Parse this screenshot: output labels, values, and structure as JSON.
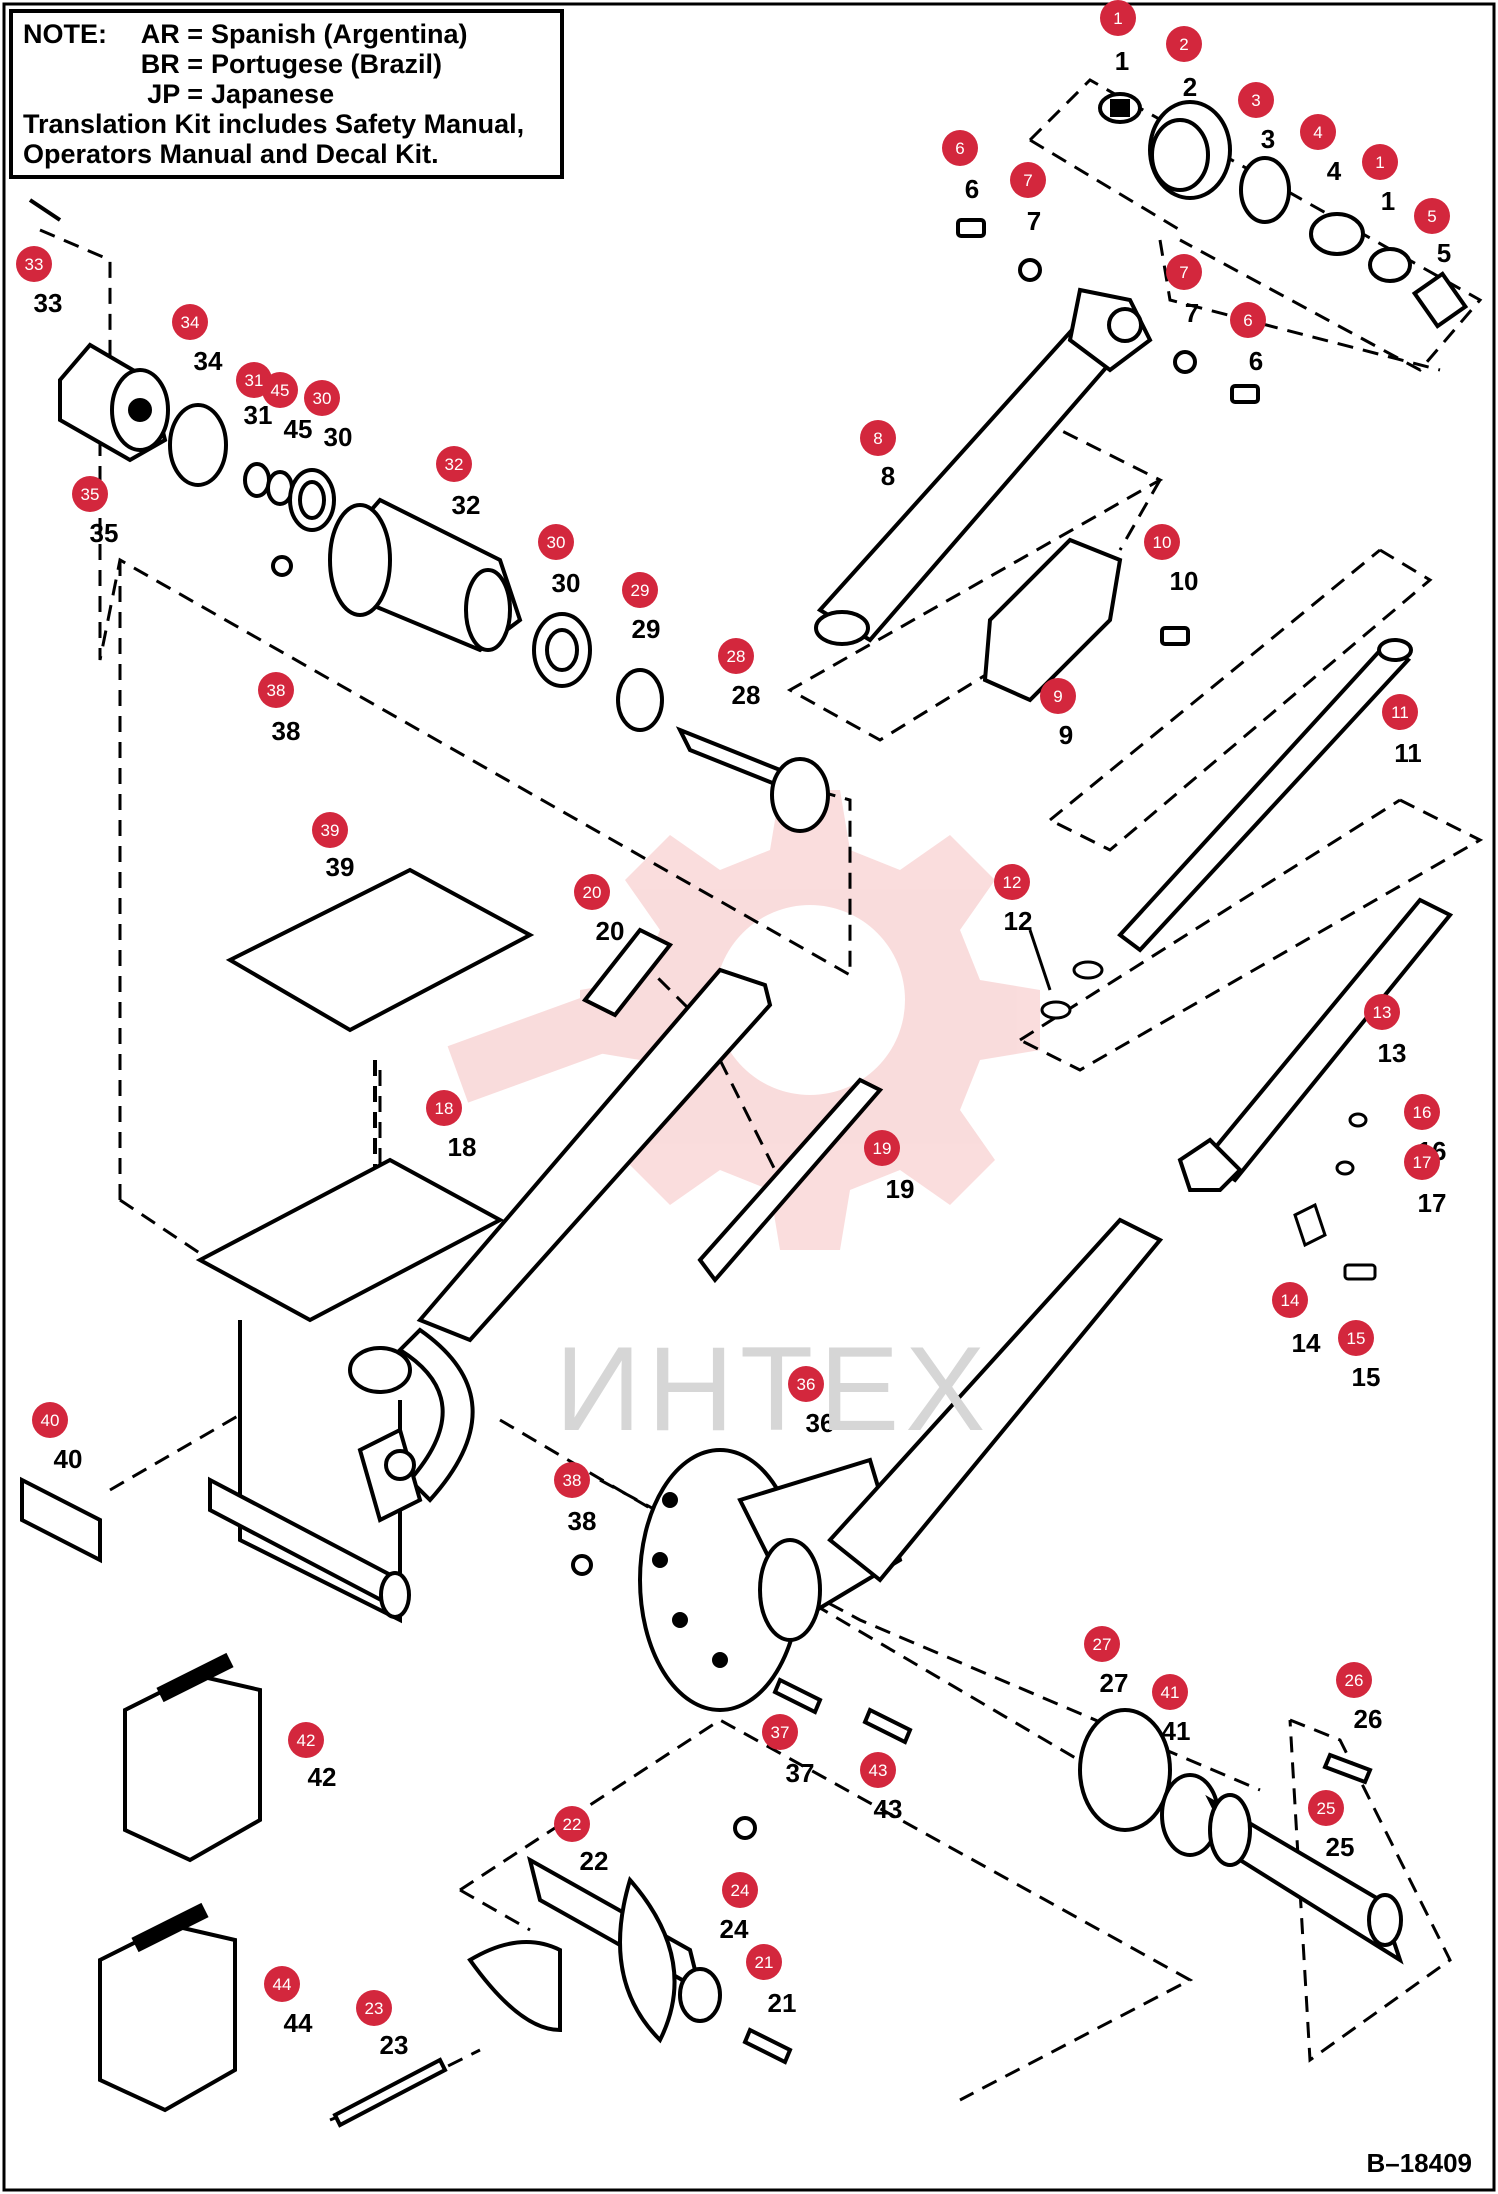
{
  "note": {
    "label": "NOTE:",
    "languages": [
      {
        "code": "AR =",
        "name": "Spanish (Argentina)"
      },
      {
        "code": "BR =",
        "name": "Portugese (Brazil)"
      },
      {
        "code": "JP =",
        "name": "Japanese"
      }
    ],
    "kit_line1": "Translation Kit includes Safety Manual,",
    "kit_line2": "Operators Manual and Decal Kit."
  },
  "reference_code": "B–18409",
  "watermark": "ИНТЕХ",
  "colors": {
    "callout": "#d3273d",
    "line": "#000000",
    "watermark": "#f4b7b7"
  },
  "callouts": [
    {
      "id": "1",
      "num": "1"
    },
    {
      "id": "2",
      "num": "2"
    },
    {
      "id": "3",
      "num": "3"
    },
    {
      "id": "4",
      "num": "4"
    },
    {
      "id": "1b",
      "num": "1"
    },
    {
      "id": "5",
      "num": "5"
    },
    {
      "id": "6",
      "num": "6"
    },
    {
      "id": "7",
      "num": "7"
    },
    {
      "id": "7b",
      "num": "7"
    },
    {
      "id": "6b",
      "num": "6"
    },
    {
      "id": "8",
      "num": "8"
    },
    {
      "id": "10",
      "num": "10"
    },
    {
      "id": "9",
      "num": "9"
    },
    {
      "id": "11",
      "num": "11"
    },
    {
      "id": "12",
      "num": "12"
    },
    {
      "id": "13",
      "num": "13"
    },
    {
      "id": "16",
      "num": "16"
    },
    {
      "id": "17",
      "num": "17"
    },
    {
      "id": "14",
      "num": "14"
    },
    {
      "id": "15",
      "num": "15"
    },
    {
      "id": "33",
      "num": "33"
    },
    {
      "id": "34",
      "num": "34"
    },
    {
      "id": "31",
      "num": "31"
    },
    {
      "id": "45",
      "num": "45"
    },
    {
      "id": "30",
      "num": "30"
    },
    {
      "id": "35",
      "num": "35"
    },
    {
      "id": "32",
      "num": "32"
    },
    {
      "id": "30b",
      "num": "30"
    },
    {
      "id": "29",
      "num": "29"
    },
    {
      "id": "28",
      "num": "28"
    },
    {
      "id": "38",
      "num": "38"
    },
    {
      "id": "39",
      "num": "39"
    },
    {
      "id": "20",
      "num": "20"
    },
    {
      "id": "18",
      "num": "18"
    },
    {
      "id": "19",
      "num": "19"
    },
    {
      "id": "40",
      "num": "40"
    },
    {
      "id": "36",
      "num": "36"
    },
    {
      "id": "38b",
      "num": "38"
    },
    {
      "id": "42",
      "num": "42"
    },
    {
      "id": "37",
      "num": "37"
    },
    {
      "id": "43",
      "num": "43"
    },
    {
      "id": "27",
      "num": "27"
    },
    {
      "id": "41",
      "num": "41"
    },
    {
      "id": "26",
      "num": "26"
    },
    {
      "id": "25",
      "num": "25"
    },
    {
      "id": "22",
      "num": "22"
    },
    {
      "id": "24",
      "num": "24"
    },
    {
      "id": "21",
      "num": "21"
    },
    {
      "id": "44",
      "num": "44"
    },
    {
      "id": "23",
      "num": "23"
    }
  ]
}
